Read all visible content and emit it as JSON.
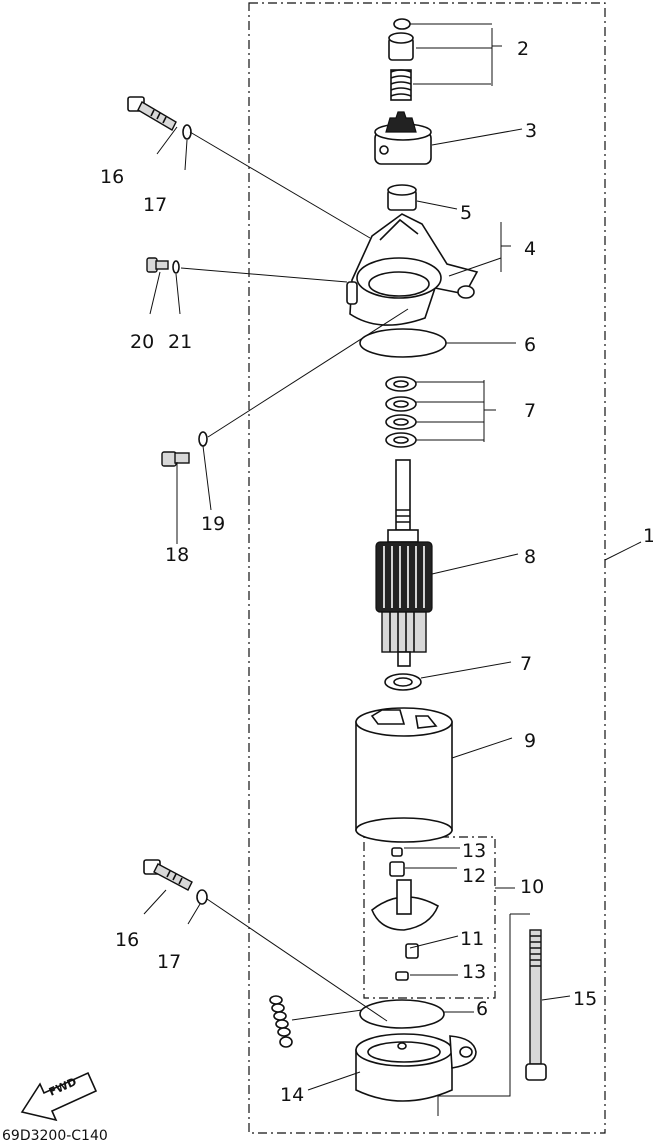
{
  "diagram": {
    "callouts": {
      "c1": "1",
      "c2": "2",
      "c3": "3",
      "c4": "4",
      "c5": "5",
      "c6_top": "6",
      "c6_bottom": "6",
      "c7_top": "7",
      "c7_bottom": "7",
      "c8": "8",
      "c9": "9",
      "c10": "10",
      "c11": "11",
      "c12": "12",
      "c13_top": "13",
      "c13_bottom": "13",
      "c14": "14",
      "c15": "15",
      "c16_top": "16",
      "c16_bottom": "16",
      "c17_top": "17",
      "c17_bottom": "17",
      "c18": "18",
      "c19": "19",
      "c20": "20",
      "c21": "21"
    },
    "fwd_label": "FWD",
    "reference_code": "69D3200-C140"
  }
}
